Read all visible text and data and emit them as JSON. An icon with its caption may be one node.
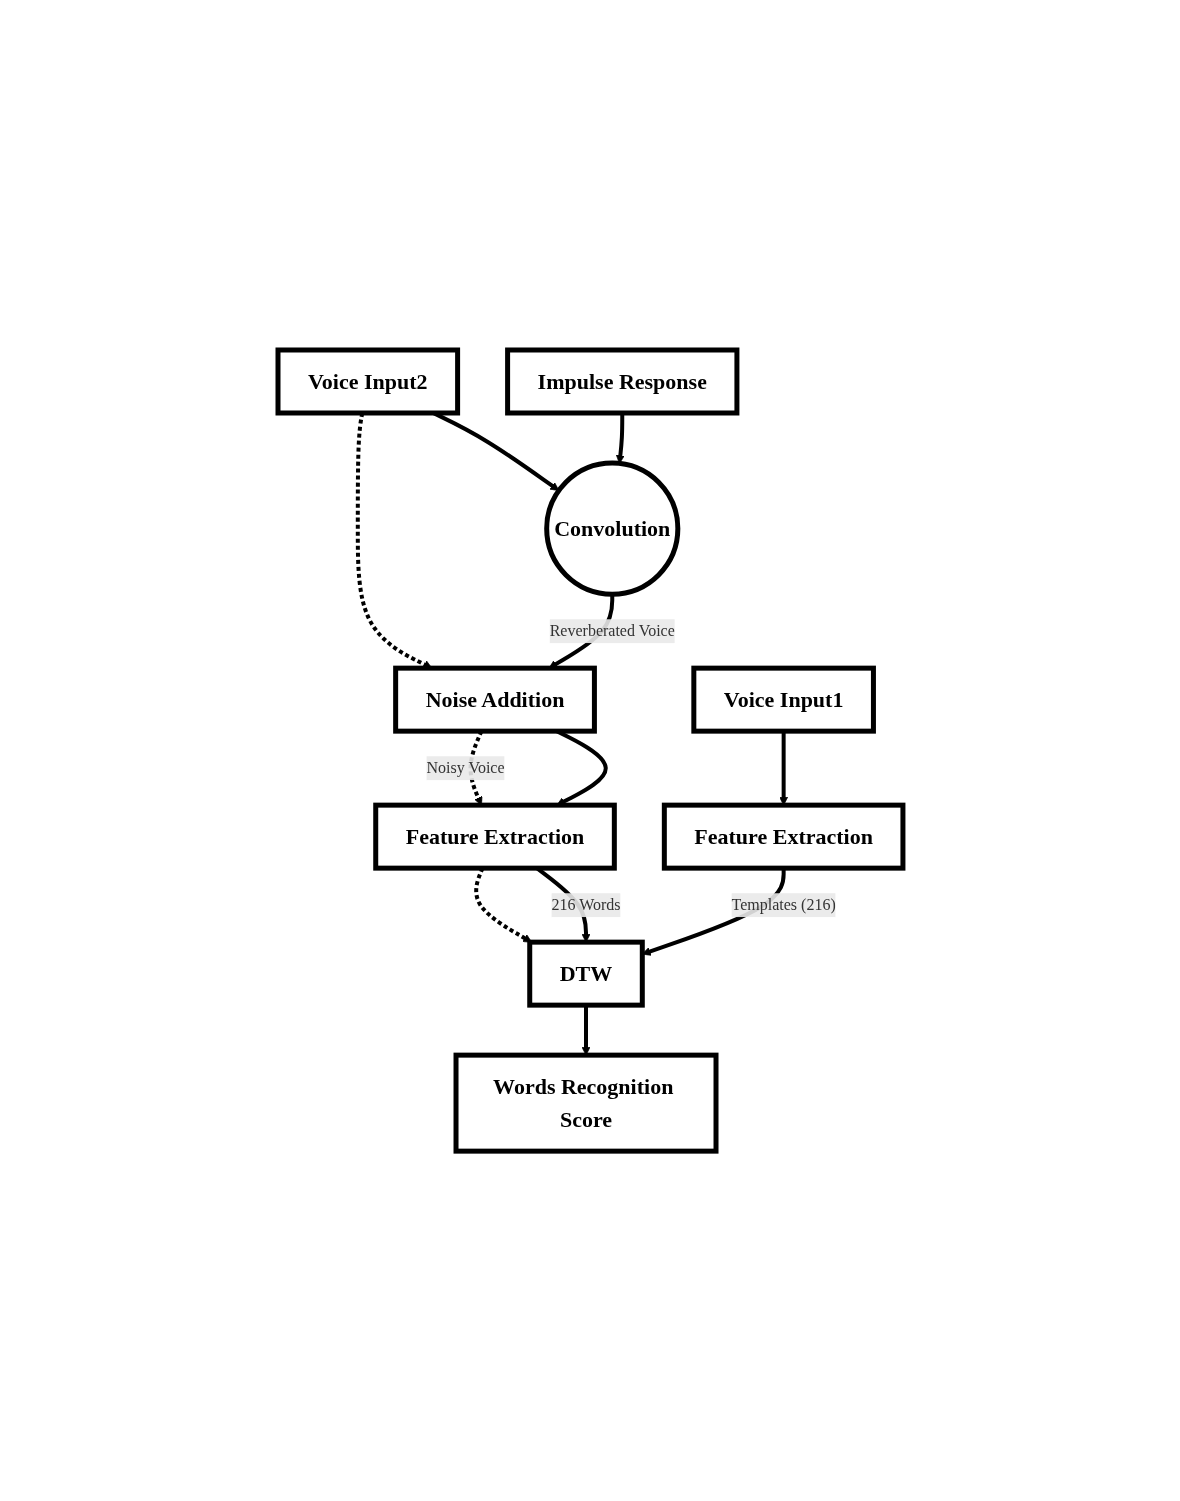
{
  "diagram": {
    "nodes": [
      {
        "text": [
          "Voice Input2"
        ]
      },
      {
        "text": [
          "Impulse Response"
        ]
      },
      {
        "text": [
          "Convolution"
        ]
      },
      {
        "text": [
          "Noise Addition"
        ]
      },
      {
        "text": [
          "Voice Input1"
        ]
      },
      {
        "text": [
          "Feature Extraction"
        ]
      },
      {
        "text": [
          "Feature Extraction"
        ]
      },
      {
        "text": [
          "DTW"
        ]
      },
      {
        "text": [
          "Words Recognition Score"
        ]
      }
    ],
    "edges": [
      {
        "from": 0,
        "to": 2,
        "arrow": "to"
      },
      {
        "from": 1,
        "to": 2,
        "arrow": "to"
      },
      {
        "from": 0,
        "to": 3,
        "arrow": "to",
        "style": "dashed"
      },
      {
        "from": 2,
        "to": 3,
        "arrow": "to",
        "label": "Reverberated Voice"
      },
      {
        "from": 3,
        "to": 5,
        "arrow": "to",
        "style": "dashed",
        "label": "Noisy Voice"
      },
      {
        "from": 3,
        "to": 5,
        "arrow": "to"
      },
      {
        "from": 4,
        "to": 6,
        "arrow": "to"
      },
      {
        "from": 5,
        "to": 7,
        "arrow": "to",
        "style": "dashed"
      },
      {
        "from": 5,
        "to": 7,
        "arrow": "to",
        "label": "216 Words"
      },
      {
        "from": 6,
        "to": 7,
        "arrow": "to",
        "label": "Templates (216)"
      },
      {
        "from": 7,
        "to": 8,
        "arrow": "to"
      }
    ]
  }
}
